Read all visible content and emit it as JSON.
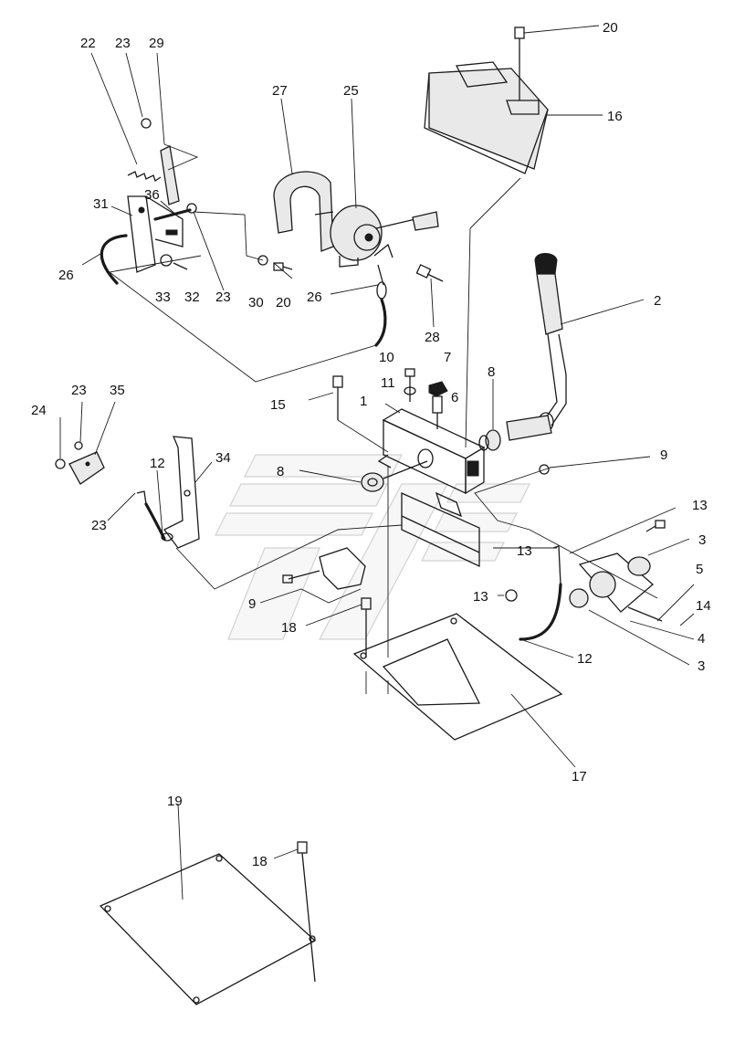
{
  "callouts": [
    {
      "id": "c22",
      "text": "22"
    },
    {
      "id": "c23a",
      "text": "23"
    },
    {
      "id": "c29",
      "text": "29"
    },
    {
      "id": "c27",
      "text": "27"
    },
    {
      "id": "c25",
      "text": "25"
    },
    {
      "id": "c20a",
      "text": "20"
    },
    {
      "id": "c16",
      "text": "16"
    },
    {
      "id": "c31",
      "text": "31"
    },
    {
      "id": "c36",
      "text": "36"
    },
    {
      "id": "c26a",
      "text": "26"
    },
    {
      "id": "c33",
      "text": "33"
    },
    {
      "id": "c32",
      "text": "32"
    },
    {
      "id": "c23b",
      "text": "23"
    },
    {
      "id": "c30",
      "text": "30"
    },
    {
      "id": "c20b",
      "text": "20"
    },
    {
      "id": "c26b",
      "text": "26"
    },
    {
      "id": "c28",
      "text": "28"
    },
    {
      "id": "c2",
      "text": "2"
    },
    {
      "id": "c10",
      "text": "10"
    },
    {
      "id": "c7",
      "text": "7"
    },
    {
      "id": "c11",
      "text": "11"
    },
    {
      "id": "c6",
      "text": "6"
    },
    {
      "id": "c8a",
      "text": "8"
    },
    {
      "id": "c15",
      "text": "15"
    },
    {
      "id": "c1",
      "text": "1"
    },
    {
      "id": "c23c",
      "text": "23"
    },
    {
      "id": "c35",
      "text": "35"
    },
    {
      "id": "c24",
      "text": "24"
    },
    {
      "id": "c12a",
      "text": "12"
    },
    {
      "id": "c34",
      "text": "34"
    },
    {
      "id": "c8b",
      "text": "8"
    },
    {
      "id": "c9a",
      "text": "9"
    },
    {
      "id": "c23d",
      "text": "23"
    },
    {
      "id": "c13a",
      "text": "13"
    },
    {
      "id": "c3a",
      "text": "3"
    },
    {
      "id": "c13b",
      "text": "13"
    },
    {
      "id": "c5",
      "text": "5"
    },
    {
      "id": "c14",
      "text": "14"
    },
    {
      "id": "c9b",
      "text": "9"
    },
    {
      "id": "c13c",
      "text": "13"
    },
    {
      "id": "c18a",
      "text": "18"
    },
    {
      "id": "c4",
      "text": "4"
    },
    {
      "id": "c12b",
      "text": "12"
    },
    {
      "id": "c3b",
      "text": "3"
    },
    {
      "id": "c17",
      "text": "17"
    },
    {
      "id": "c19",
      "text": "19"
    },
    {
      "id": "c18b",
      "text": "18"
    }
  ]
}
